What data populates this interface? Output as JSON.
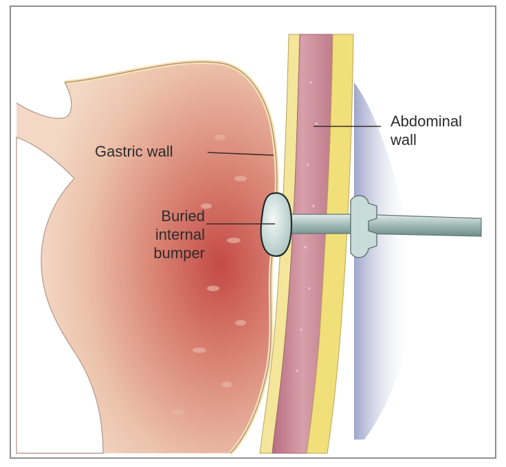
{
  "labels": {
    "gastric_wall": "Gastric wall",
    "buried_internal_bumper": "Buried\ninternal\nbumper",
    "abdominal_wall": "Abdominal\nwall"
  },
  "colors": {
    "stomach_tissue": "#e9b8a0",
    "stomach_inner": "#c9574f",
    "stomach_outline": "#e8d49a",
    "abdominal_muscle": "#c98694",
    "fat_layer": "#f1df7a",
    "tube": "#9fb9b6",
    "bumper": "#c8dbd9",
    "shadow": "#9aa3c8"
  }
}
